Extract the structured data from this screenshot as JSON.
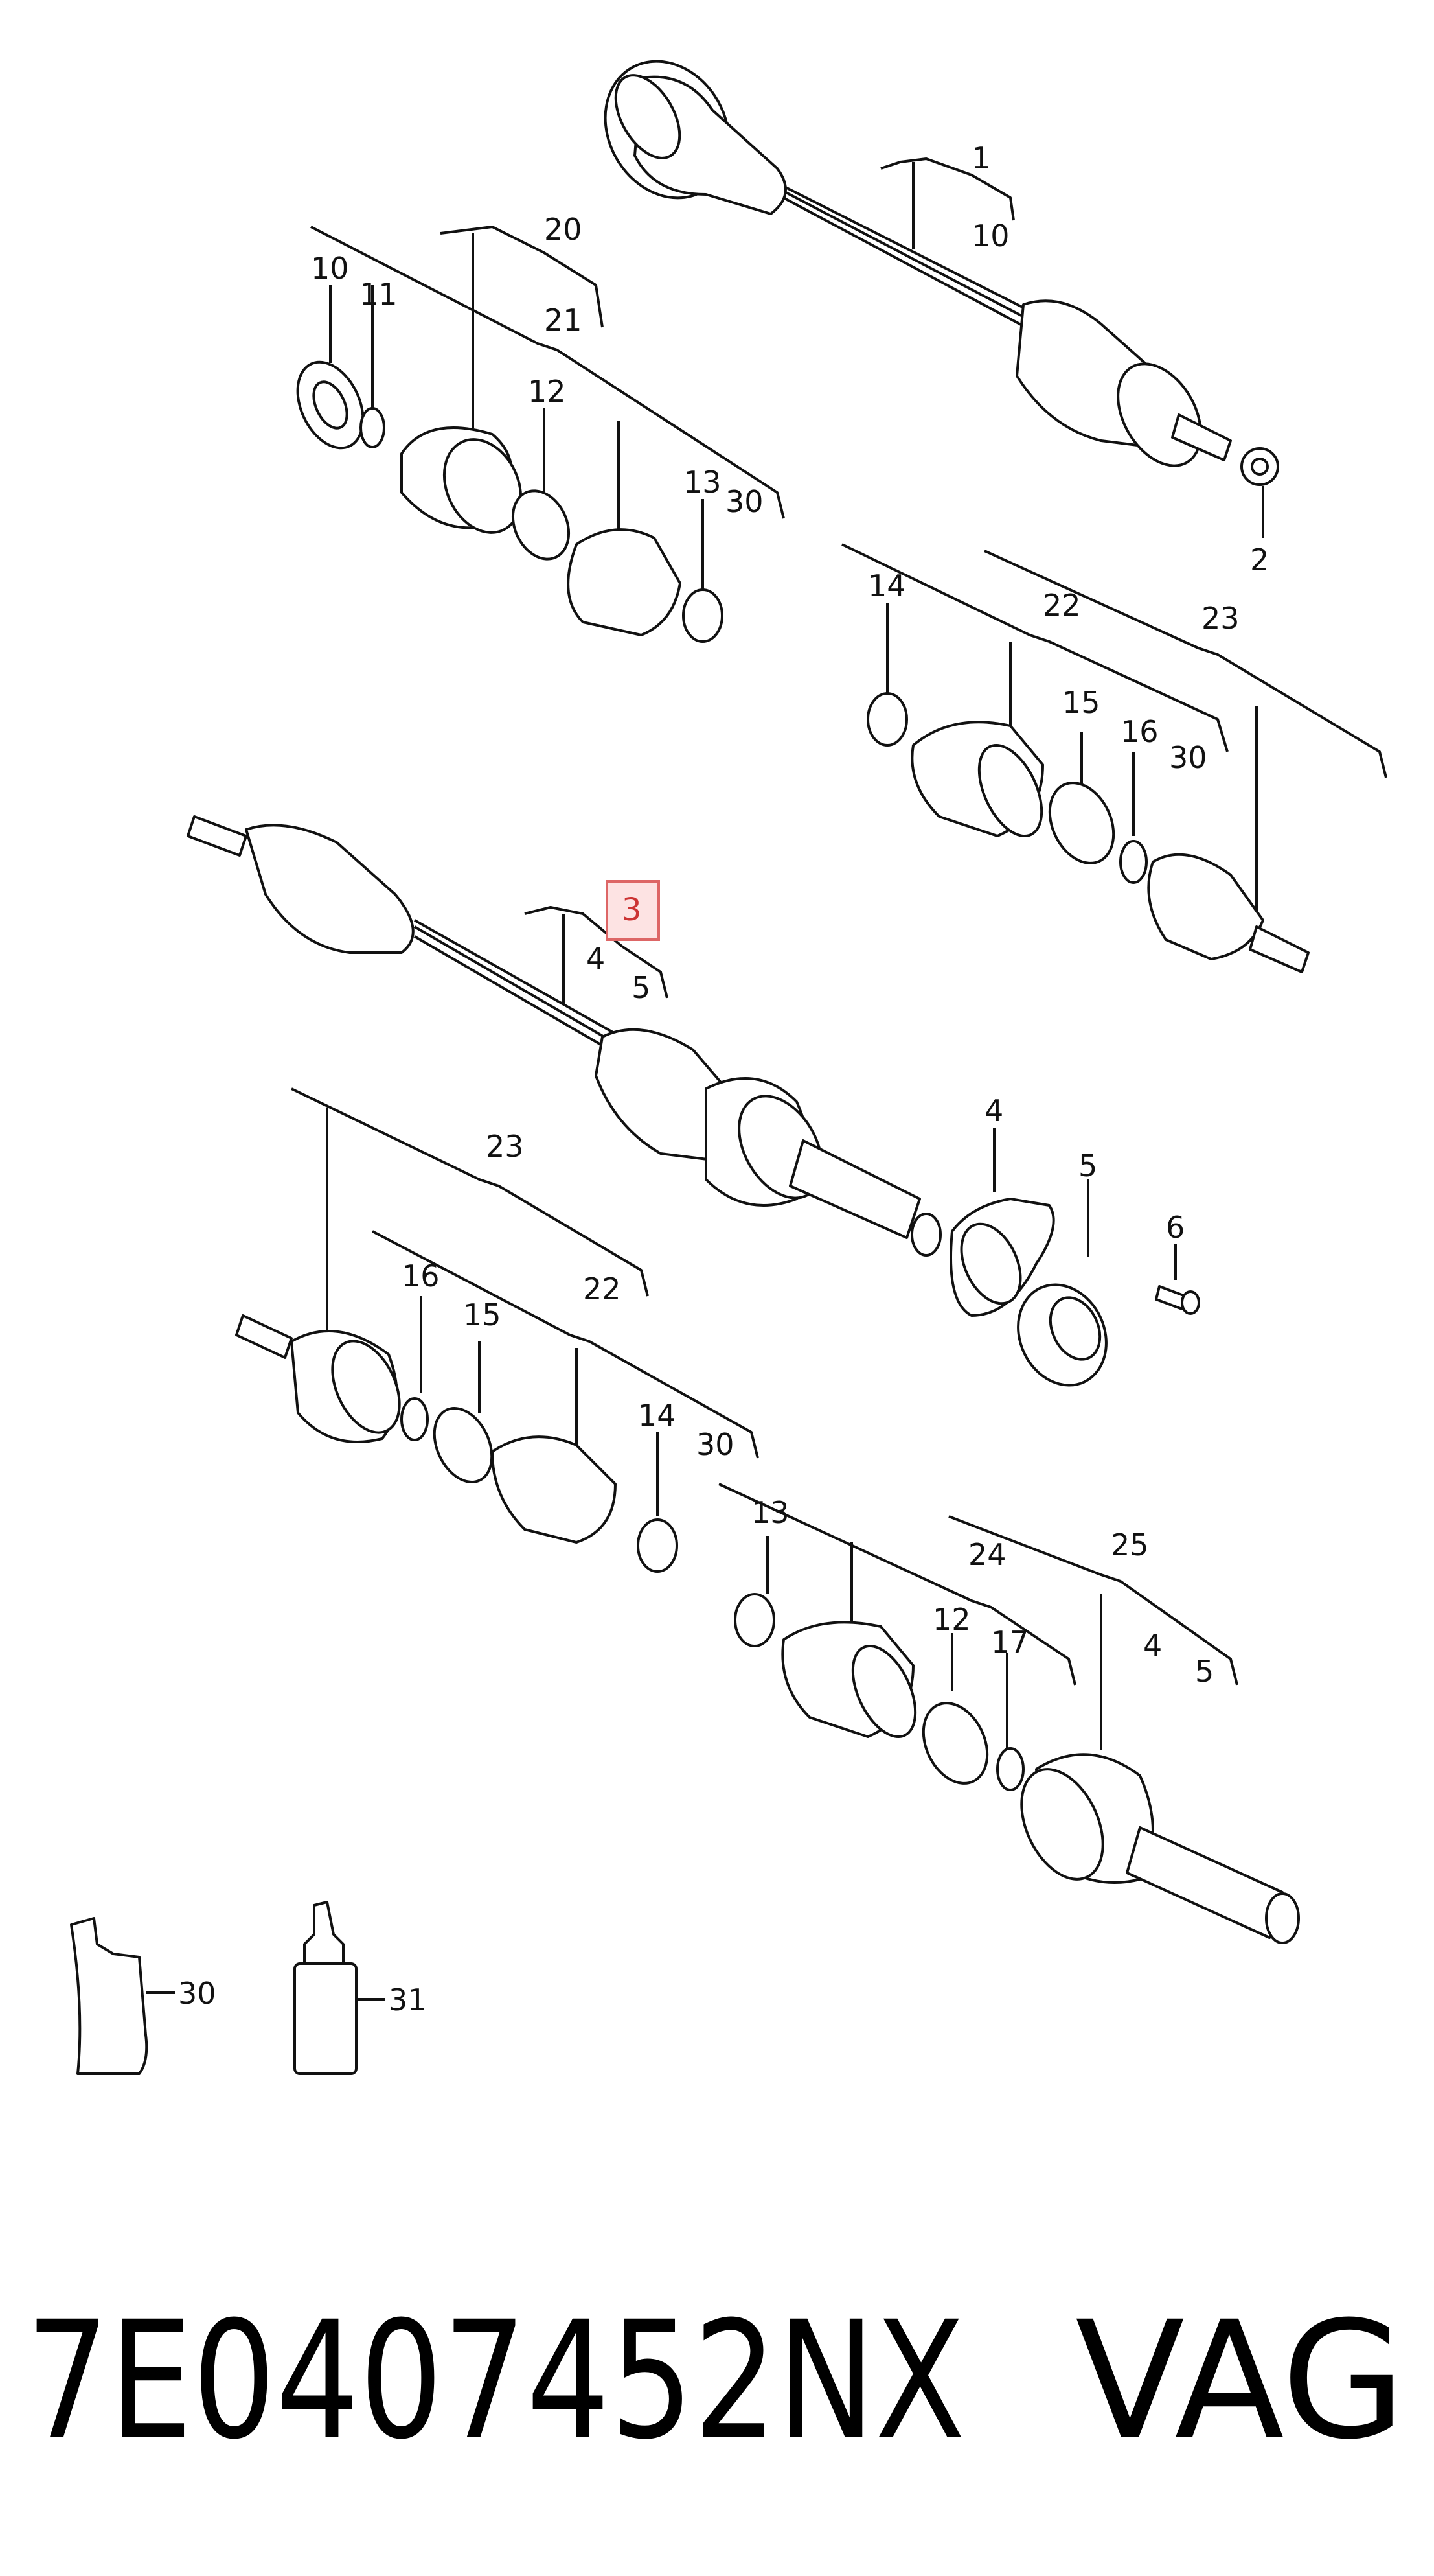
{
  "labels": {
    "p1": "1",
    "p10a": "10",
    "p2": "2",
    "p20": "20",
    "p21": "21",
    "p10b": "10",
    "p11a": "11",
    "p12a": "12",
    "p13a": "13",
    "p30a": "30",
    "p14a": "14",
    "p22a": "22",
    "p23a": "23",
    "p15a": "15",
    "p16a": "16",
    "p30b": "30",
    "p3": "3",
    "p4a": "4",
    "p5a": "5",
    "p4b": "4",
    "p5b": "5",
    "p6": "6",
    "p23b": "23",
    "p16b": "16",
    "p15b": "15",
    "p22b": "22",
    "p14b": "14",
    "p30c": "30",
    "p13b": "13",
    "p24": "24",
    "p25": "25",
    "p12b": "12",
    "p17": "17",
    "p4c": "4",
    "p5c": "5",
    "p30d": "30",
    "p31": "31"
  },
  "footer": {
    "part_number": "7E0407452NX",
    "brand": "VAG"
  },
  "highlight_color": "#d66666"
}
